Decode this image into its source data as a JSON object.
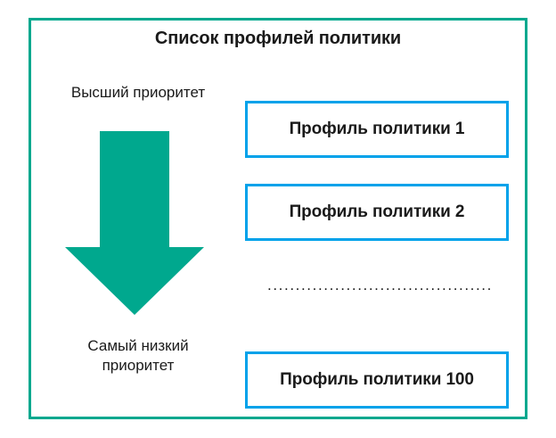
{
  "diagram": {
    "title": "Список профилей политики",
    "frame_border_color": "#00a88e",
    "box_border_color": "#00a2ea",
    "arrow_color": "#00a88e",
    "background_color": "#ffffff",
    "text_color": "#1a1a1a"
  },
  "priority": {
    "high_label": "Высший приоритет",
    "low_label_line1": "Самый низкий",
    "low_label_line2": "приоритет",
    "arrow_direction": "down",
    "arrow_meaning": "priority decreases downward"
  },
  "profiles": {
    "items": [
      {
        "label": "Профиль политики 1"
      },
      {
        "label": "Профиль политики 2"
      },
      {
        "label": "Профиль политики 100"
      }
    ],
    "ellipsis": "........................................",
    "total_count": 100
  }
}
